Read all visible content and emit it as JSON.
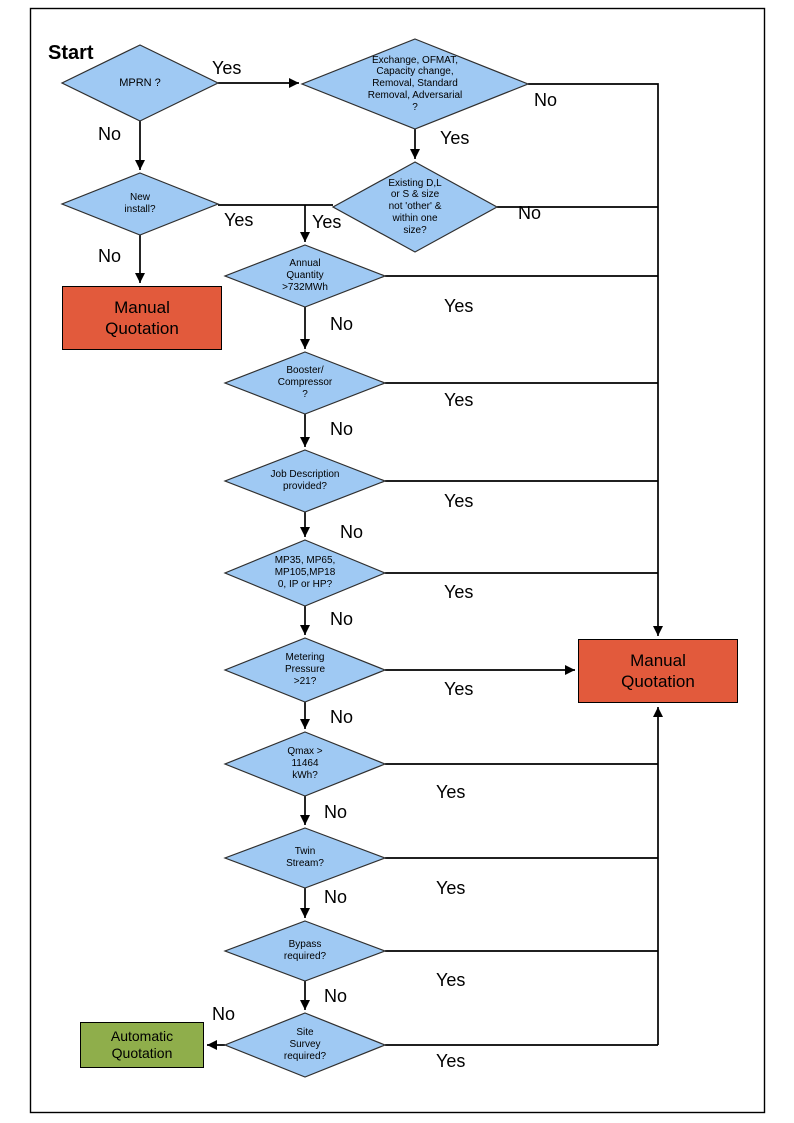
{
  "page": {
    "start_label": "Start"
  },
  "edge_labels": {
    "yes": "Yes",
    "no": "No"
  },
  "nodes": {
    "mprn": "MPRN ?",
    "exchange": "Exchange, OFMAT, Capacity change, Removal, Standard Removal, Adversarial ?",
    "new_install": "New install?",
    "existing_size": "Existing D,L or S & size not 'other' & within one size?",
    "annual_quantity": "Annual Quantity >732MWh",
    "booster_compressor": "Booster/ Compressor ?",
    "job_description": "Job Description provided?",
    "pressure_tier": "MP35, MP65, MP105,MP180, IP or HP?",
    "metering_pressure": "Metering Pressure >21?",
    "qmax": "Qmax > 11464 kWh?",
    "twin_stream": "Twin Stream?",
    "bypass": "Bypass required?",
    "site_survey": "Site Survey required?"
  },
  "terminals": {
    "manual_quotation": "Manual Quotation",
    "automatic_quotation": "Automatic Quotation"
  },
  "colors": {
    "decision_fill": "#9FC9F3",
    "manual_fill": "#E25A3C",
    "automatic_fill": "#8FAE4B"
  }
}
